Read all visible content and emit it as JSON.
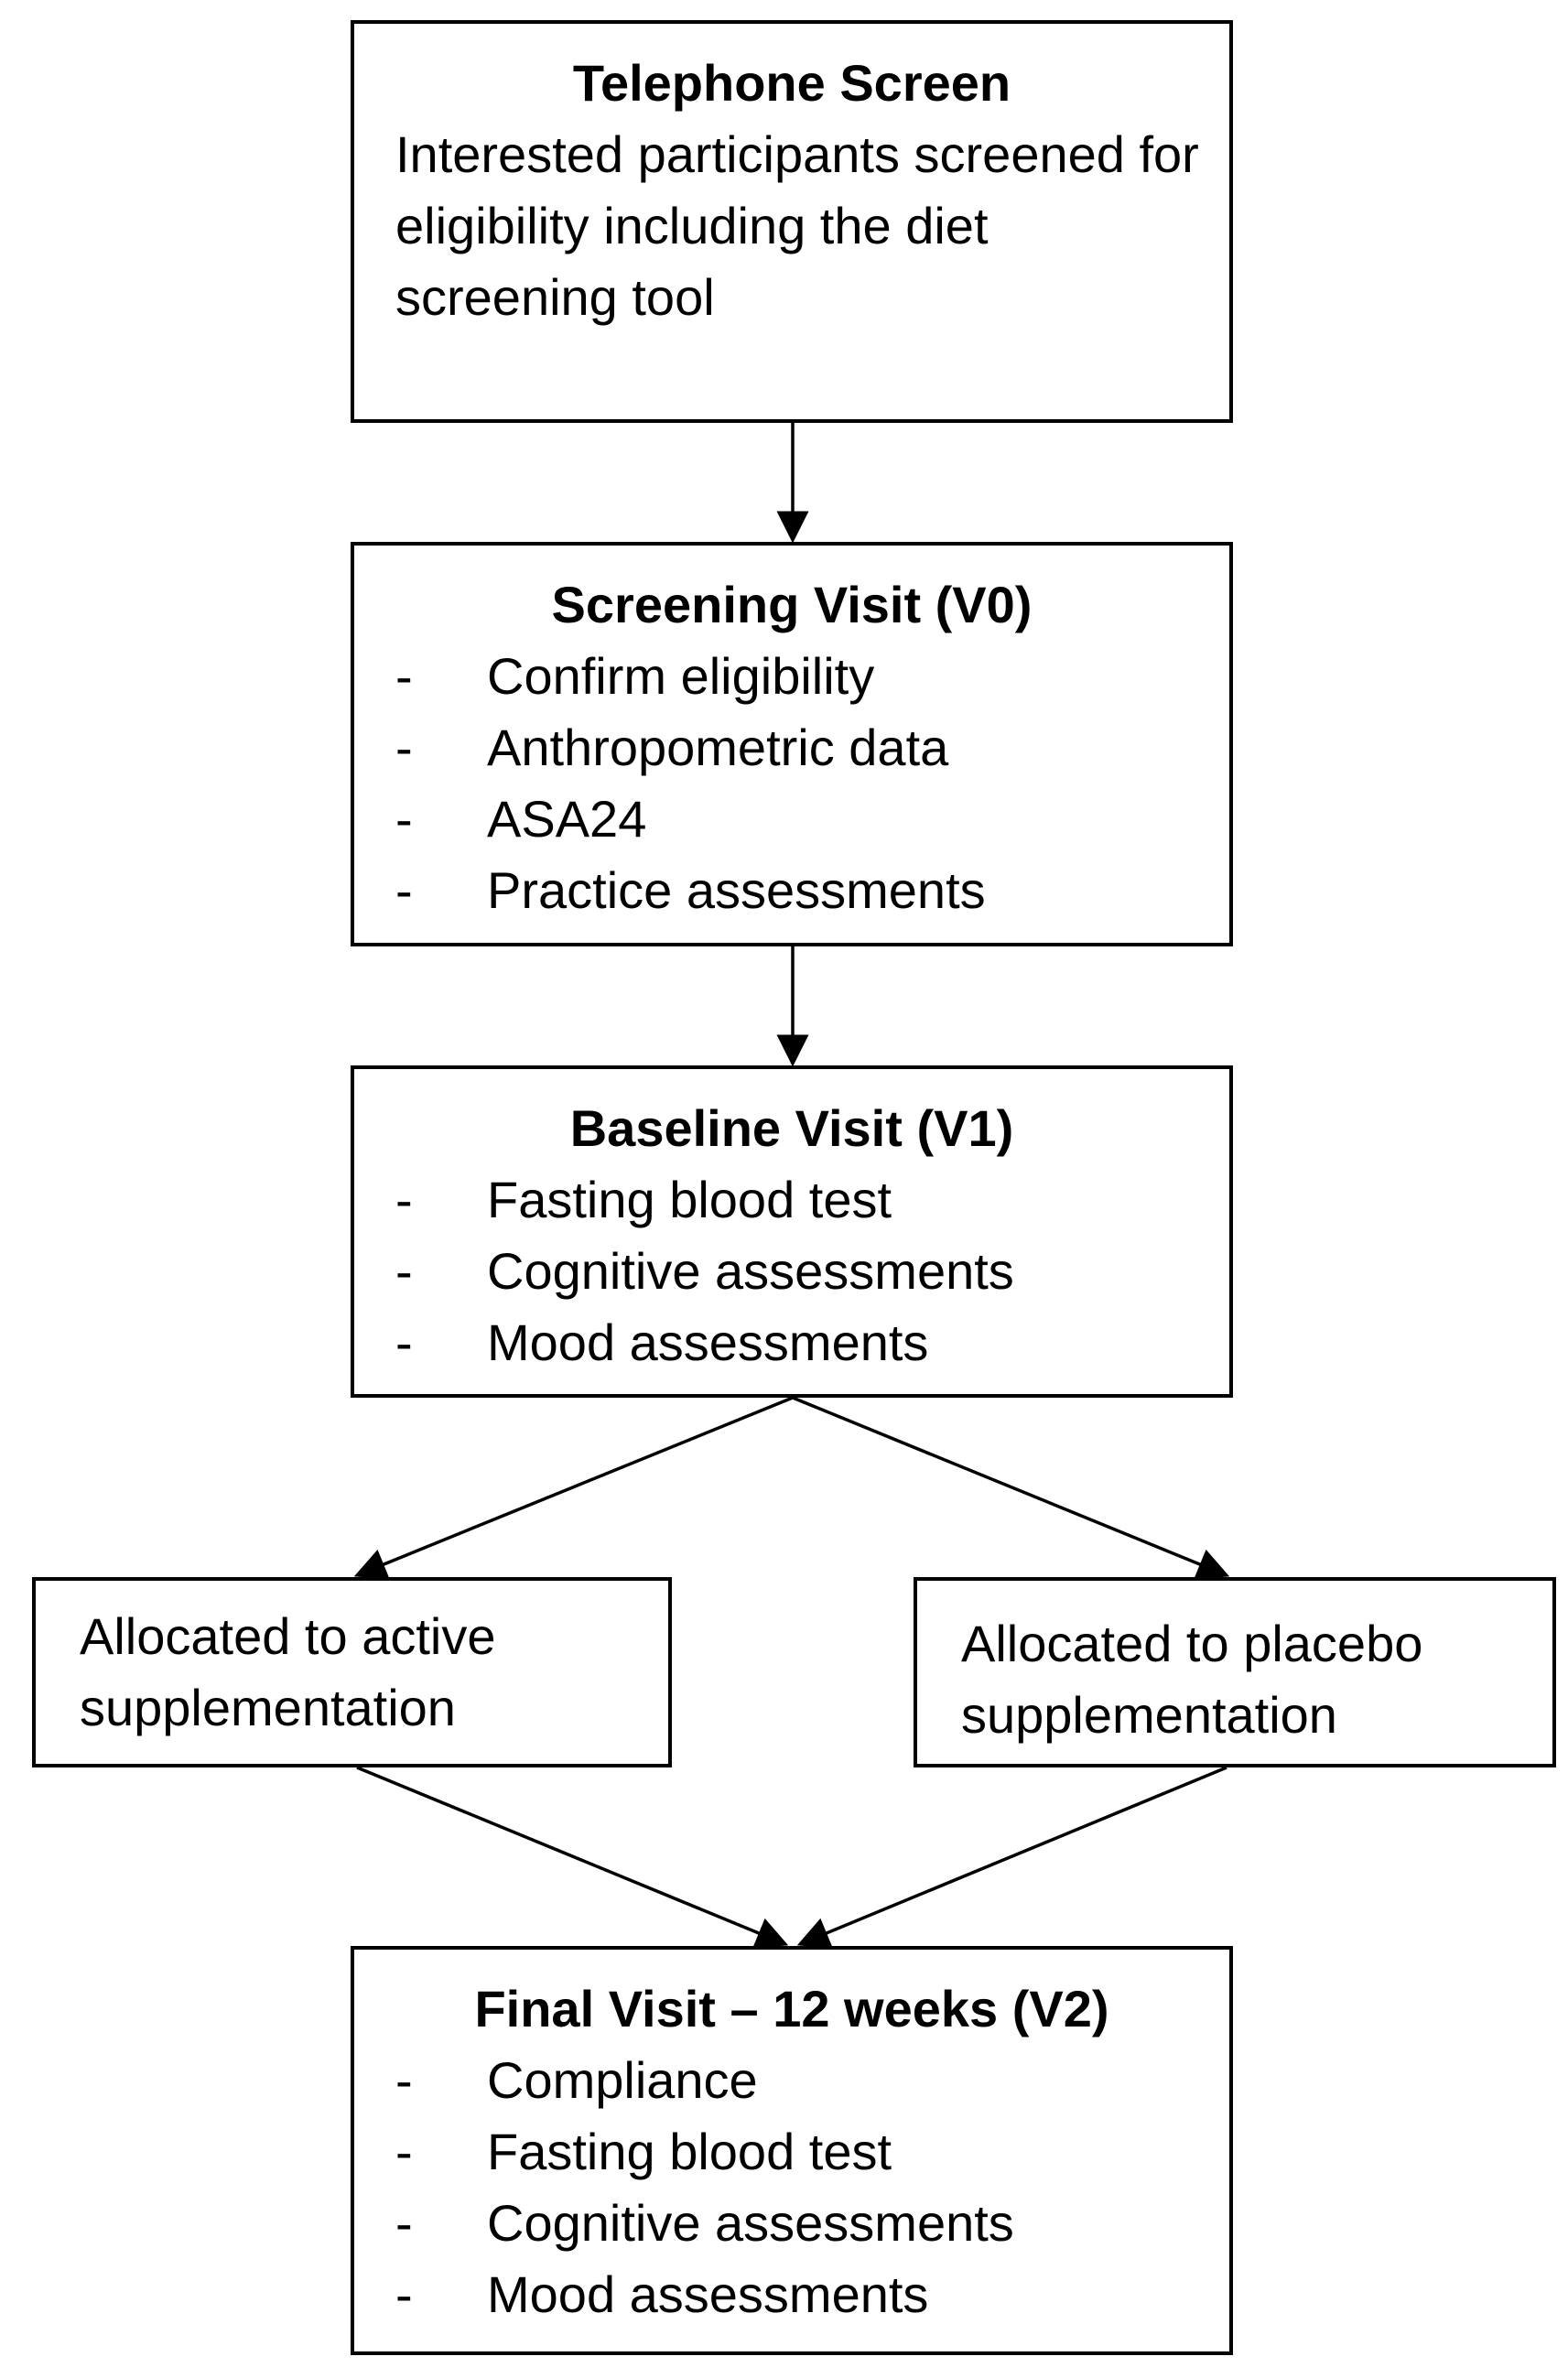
{
  "telephone": {
    "title": "Telephone Screen",
    "text": "Interested participants screened for eligibility including the diet screening tool"
  },
  "screening": {
    "title": "Screening Visit (V0)",
    "items": [
      "Confirm eligibility",
      "Anthropometric data",
      "ASA24",
      "Practice assessments"
    ]
  },
  "baseline": {
    "title": "Baseline Visit (V1)",
    "items": [
      "Fasting blood test",
      "Cognitive assessments",
      "Mood assessments"
    ]
  },
  "active": {
    "text": "Allocated to active supplementation"
  },
  "placebo": {
    "text": "Allocated to placebo supplementation"
  },
  "final": {
    "title": "Final Visit – 12 weeks (V2)",
    "items": [
      "Compliance",
      "Fasting blood test",
      "Cognitive assessments",
      "Mood assessments"
    ]
  },
  "bullet_marker": "-"
}
